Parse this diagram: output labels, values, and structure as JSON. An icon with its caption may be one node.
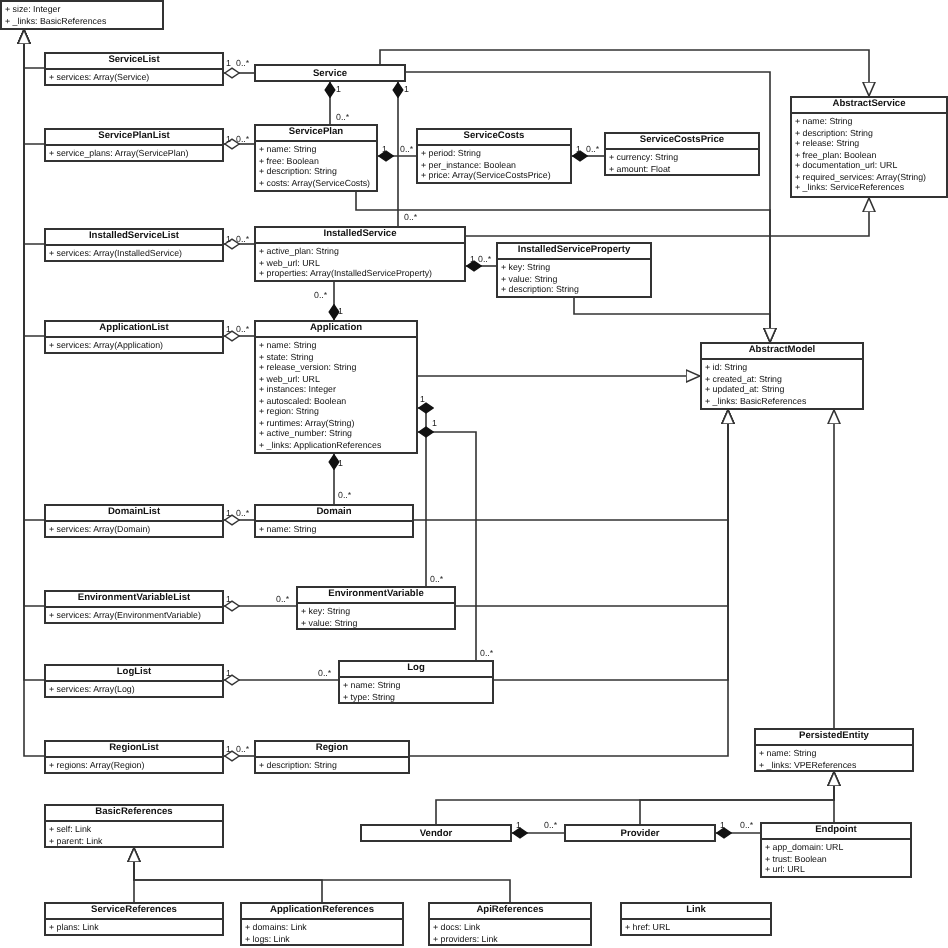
{
  "diagram": {
    "nodes": [
      {
        "text": [
          "+ size: Integer",
          "+ _links: BasicReferences"
        ]
      },
      {
        "text": [
          "ServiceList",
          "+ services: Array(Service)"
        ]
      },
      {
        "text": [
          "Service"
        ]
      },
      {
        "text": [
          "ServicePlanList",
          "+ service_plans: Array(ServicePlan)"
        ]
      },
      {
        "text": [
          "ServicePlan",
          "+ name: String",
          "+ free: Boolean",
          "+ description: String",
          "+ costs: Array(ServiceCosts)"
        ]
      },
      {
        "text": [
          "ServiceCosts",
          "+ period: String",
          "+ per_instance: Boolean",
          "+ price: Array(ServiceCostsPrice)"
        ]
      },
      {
        "text": [
          "ServiceCostsPrice",
          "+ currency: String",
          "+ amount: Float"
        ]
      },
      {
        "text": [
          "AbstractService",
          "+ name: String",
          "+ description: String",
          "+ release: String",
          "+ free_plan: Boolean",
          "+ documentation_url: URL",
          "+ required_services: Array(String)",
          "+ _links: ServiceReferences"
        ]
      },
      {
        "text": [
          "InstalledServiceList",
          "+ services: Array(InstalledService)"
        ]
      },
      {
        "text": [
          "InstalledService",
          "+ active_plan: String",
          "+ web_url: URL",
          "+ properties: Array(InstalledServiceProperty)"
        ]
      },
      {
        "text": [
          "InstalledServiceProperty",
          "+ key: String",
          "+ value: String",
          "+ description: String"
        ]
      },
      {
        "text": [
          "ApplicationList",
          "+ services: Array(Application)"
        ]
      },
      {
        "text": [
          "Application",
          "+ name: String",
          "+ state: String",
          "+ release_version: String",
          "+ web_url: URL",
          "+ instances: Integer",
          "+ autoscaled: Boolean",
          "+ region: String",
          "+ runtimes: Array(String)",
          "+ active_number: String",
          "+ _links: ApplicationReferences"
        ]
      },
      {
        "text": [
          "AbstractModel",
          "+ id: String",
          "+ created_at: String",
          "+ updated_at: String",
          "+ _links: BasicReferences"
        ]
      },
      {
        "text": [
          "DomainList",
          "+ services: Array(Domain)"
        ]
      },
      {
        "text": [
          "Domain",
          "+ name: String"
        ]
      },
      {
        "text": [
          "EnvironmentVariableList",
          "+ services: Array(EnvironmentVariable)"
        ]
      },
      {
        "text": [
          "EnvironmentVariable",
          "+ key: String",
          "+ value: String"
        ]
      },
      {
        "text": [
          "LogList",
          "+ services: Array(Log)"
        ]
      },
      {
        "text": [
          "Log",
          "+ name: String",
          "+ type: String"
        ]
      },
      {
        "text": [
          "RegionList",
          "+ regions: Array(Region)"
        ]
      },
      {
        "text": [
          "Region",
          "+ description: String"
        ]
      },
      {
        "text": [
          "PersistedEntity",
          "+ name: String",
          "+ _links: VPEReferences"
        ]
      },
      {
        "text": [
          "BasicReferences",
          "+ self: Link",
          "+ parent: Link"
        ]
      },
      {
        "text": [
          "Vendor"
        ]
      },
      {
        "text": [
          "Provider"
        ]
      },
      {
        "text": [
          "Endpoint",
          "+ app_domain: URL",
          "+ trust: Boolean",
          "+ url: URL"
        ]
      },
      {
        "text": [
          "ServiceReferences",
          "+ plans: Link"
        ]
      },
      {
        "text": [
          "ApplicationReferences",
          "+ domains: Link",
          "+ logs: Link"
        ]
      },
      {
        "text": [
          "ApiReferences",
          "+ docs: Link",
          "+ providers: Link"
        ]
      },
      {
        "text": [
          "Link",
          "+ href: URL"
        ]
      }
    ],
    "edges": [
      {
        "from": 1,
        "to": 0,
        "arrow": "to"
      },
      {
        "from": 3,
        "to": 0,
        "arrow": "to"
      },
      {
        "from": 8,
        "to": 0,
        "arrow": "to"
      },
      {
        "from": 11,
        "to": 0,
        "arrow": "to"
      },
      {
        "from": 14,
        "to": 0,
        "arrow": "to"
      },
      {
        "from": 16,
        "to": 0,
        "arrow": "to"
      },
      {
        "from": 18,
        "to": 0,
        "arrow": "to"
      },
      {
        "from": 20,
        "to": 0,
        "arrow": "to"
      },
      {
        "from": 1,
        "to": 2,
        "arrow": "other"
      },
      {
        "from": 3,
        "to": 4,
        "arrow": "other"
      },
      {
        "from": 8,
        "to": 9,
        "arrow": "other"
      },
      {
        "from": 11,
        "to": 12,
        "arrow": "other"
      },
      {
        "from": 14,
        "to": 15,
        "arrow": "other"
      },
      {
        "from": 16,
        "to": 17,
        "arrow": "other"
      },
      {
        "from": 18,
        "to": 19,
        "arrow": "other"
      },
      {
        "from": 20,
        "to": 21,
        "arrow": "other"
      },
      {
        "from": 2,
        "to": 4,
        "arrow": "other"
      },
      {
        "from": 4,
        "to": 5,
        "arrow": "other"
      },
      {
        "from": 5,
        "to": 6,
        "arrow": "other"
      },
      {
        "from": 2,
        "to": 9,
        "arrow": "other"
      },
      {
        "from": 9,
        "to": 10,
        "arrow": "other"
      },
      {
        "from": 12,
        "to": 9,
        "arrow": "other"
      },
      {
        "from": 12,
        "to": 15,
        "arrow": "other"
      },
      {
        "from": 12,
        "to": 17,
        "arrow": "other"
      },
      {
        "from": 12,
        "to": 19,
        "arrow": "other"
      },
      {
        "from": 24,
        "to": 25,
        "arrow": "other"
      },
      {
        "from": 25,
        "to": 26,
        "arrow": "other"
      },
      {
        "from": 2,
        "to": 7,
        "arrow": "to"
      },
      {
        "from": 9,
        "to": 7,
        "arrow": "to"
      },
      {
        "from": 2,
        "to": 13,
        "arrow": "to"
      },
      {
        "from": 4,
        "to": 13,
        "arrow": "to"
      },
      {
        "from": 10,
        "to": 13,
        "arrow": "to"
      },
      {
        "from": 12,
        "to": 13,
        "arrow": "to"
      },
      {
        "from": 15,
        "to": 13,
        "arrow": "to"
      },
      {
        "from": 17,
        "to": 13,
        "arrow": "to"
      },
      {
        "from": 19,
        "to": 13,
        "arrow": "to"
      },
      {
        "from": 21,
        "to": 13,
        "arrow": "to"
      },
      {
        "from": 22,
        "to": 13,
        "arrow": "to"
      },
      {
        "from": 24,
        "to": 22,
        "arrow": "to"
      },
      {
        "from": 25,
        "to": 22,
        "arrow": "to"
      },
      {
        "from": 26,
        "to": 22,
        "arrow": "to"
      },
      {
        "from": 27,
        "to": 23,
        "arrow": "to"
      },
      {
        "from": 28,
        "to": 23,
        "arrow": "to"
      },
      {
        "from": 29,
        "to": 23,
        "arrow": "to"
      }
    ],
    "labels": [
      "1",
      "0..*",
      "1",
      "1",
      "0..*",
      "1",
      "0..*",
      "1",
      "0..*",
      "1",
      "0..*",
      "0..*",
      "1",
      "0..*",
      "1",
      "0..*",
      "0..*",
      "1",
      "1",
      "0..*",
      "1",
      "1",
      "1",
      "0..*",
      "1",
      "0..*",
      "0..*",
      "1",
      "0..*",
      "0..*",
      "1",
      "0..*",
      "1",
      "0..*",
      "1",
      "0..*",
      "1",
      "0..*"
    ]
  }
}
